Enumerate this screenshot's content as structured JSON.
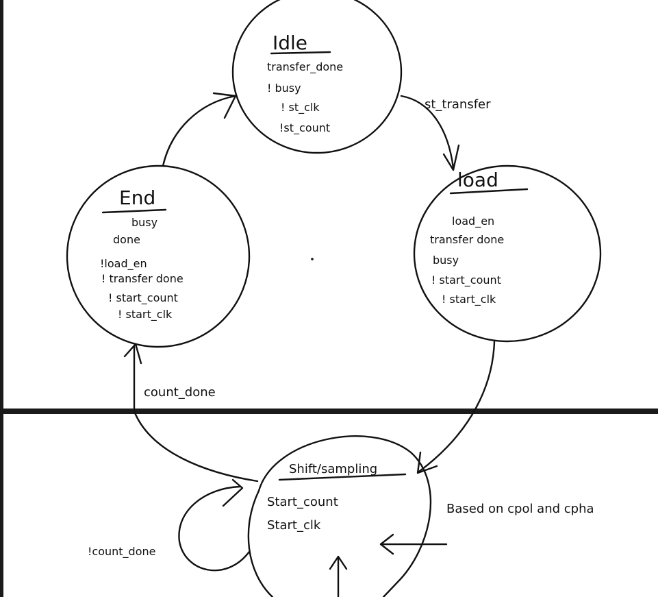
{
  "states": {
    "idle": {
      "title": "Idle",
      "outputs": [
        "transfer_done",
        "! busy",
        "! st_clk",
        "!st_count"
      ]
    },
    "load": {
      "title": "load",
      "outputs": [
        "load_en",
        "transfer done",
        "busy",
        "! start_count",
        "! start_clk"
      ]
    },
    "end": {
      "title": "End",
      "outputs": [
        "busy",
        "done",
        "!load_en",
        "! transfer done",
        "! start_count",
        "! start_clk"
      ]
    },
    "shift": {
      "title": "Shift/sampling",
      "outputs": [
        "Start_count",
        "Start_clk"
      ]
    }
  },
  "transitions": {
    "idle_to_load": "st_transfer",
    "shift_to_end": "count_done",
    "shift_self": "!count_done"
  },
  "notes": {
    "shift_input": "Based on cpol and cpha"
  },
  "colors": {
    "ink": "#111111",
    "paper": "#ffffff",
    "frame": "#1a1a1a"
  }
}
